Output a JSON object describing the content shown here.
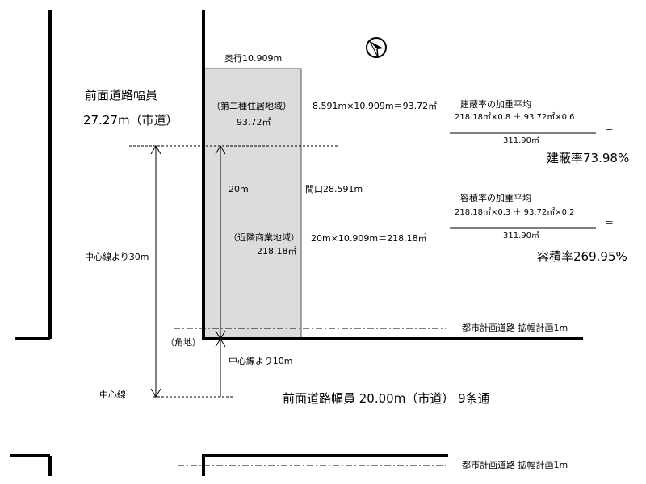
{
  "lot": {
    "depth_label": "奥行10.909m",
    "frontage_label": "間口28.591m",
    "zone1_name": "（第二種住居地域）",
    "zone1_area": "93.72㎡",
    "zone1_calc": "8.591m×10.909m＝93.72㎡",
    "zone2_name": "（近隣商業地域）",
    "zone2_area": "218.18㎡",
    "zone2_calc": "20m×10.909m＝218.18㎡",
    "zone_depth": "20m",
    "corner": "（角地）"
  },
  "road_top": {
    "title": "前面道路幅員",
    "width": "27.27m（市道）"
  },
  "road_front": {
    "label": "前面道路幅員 20.00m（市道） 9条通"
  },
  "dimensions": {
    "center30": "中心線より30m",
    "center10": "中心線より10m",
    "centerline": "中心線"
  },
  "plan_road": {
    "label1": "都市計画道路 拡幅計画1m",
    "label2": "都市計画道路 拡幅計画1m"
  },
  "coverage": {
    "title": "建蔽率の加重平均",
    "numerator": "218.18㎡×0.8 ＋ 93.72㎡×0.6",
    "denominator": "311.90㎡",
    "equals": "＝",
    "result": "建蔽率73.98%"
  },
  "far": {
    "title": "容積率の加重平均",
    "numerator": "218.18㎡×0.3 ＋ 93.72㎡×0.2",
    "denominator": "311.90㎡",
    "equals": "＝",
    "result": "容積率269.95%"
  },
  "icons": {
    "compass": "north-arrow-icon"
  }
}
